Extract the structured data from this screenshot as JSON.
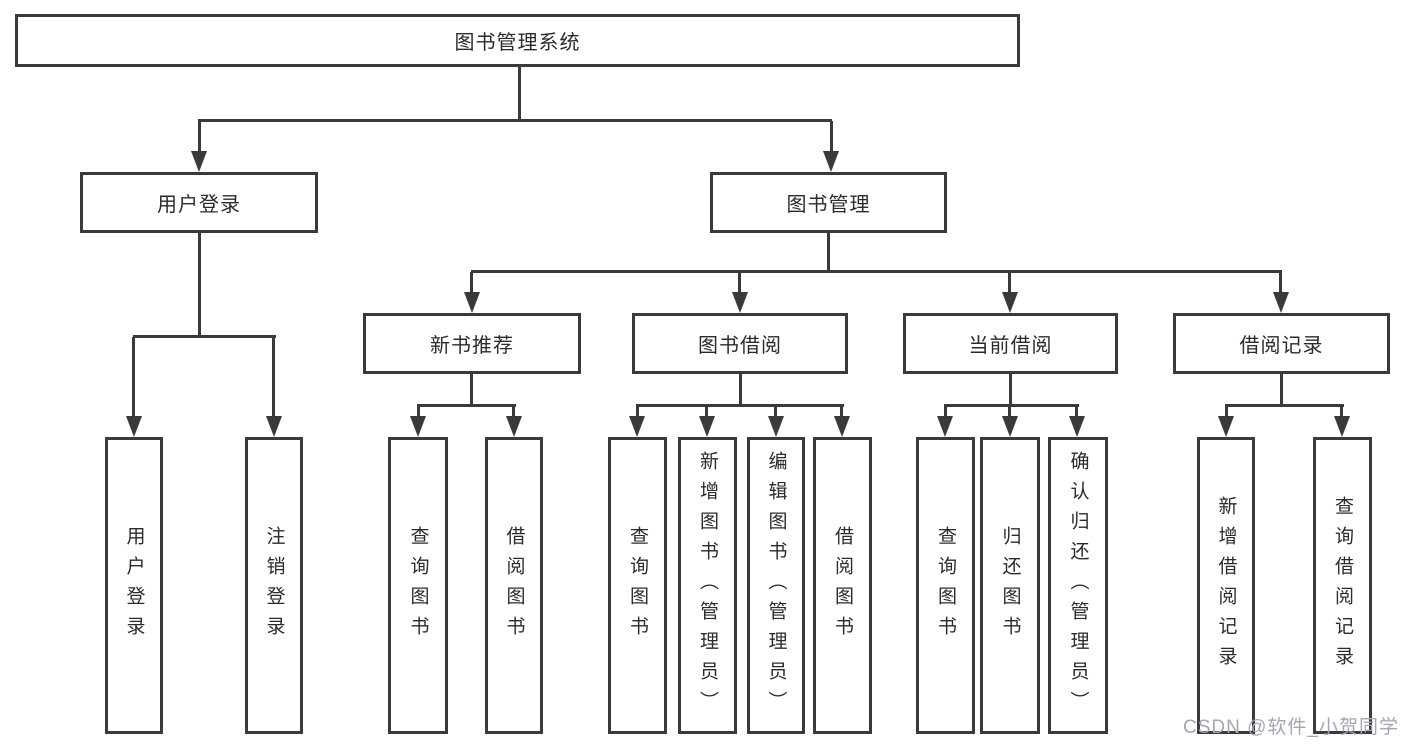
{
  "tree": {
    "root": "图书管理系统",
    "children": [
      {
        "label": "用户登录",
        "children": [
          "用户登录",
          "注销登录"
        ]
      },
      {
        "label": "图书管理",
        "children": [
          {
            "label": "新书推荐",
            "children": [
              "查询图书",
              "借阅图书"
            ]
          },
          {
            "label": "图书借阅",
            "children": [
              "查询图书",
              "新增图书（管理员）",
              "编辑图书（管理员）",
              "借阅图书"
            ]
          },
          {
            "label": "当前借阅",
            "children": [
              "查询图书",
              "归还图书",
              "确认归还（管理员）"
            ]
          },
          {
            "label": "借阅记录",
            "children": [
              "新增借阅记录",
              "查询借阅记录"
            ]
          }
        ]
      }
    ]
  },
  "watermark": {
    "text": "CSDN @软件_小贺同学",
    "color": "#a5a5b3"
  },
  "colors": {
    "line": "#3a3a3a",
    "text": "#2b2b2b",
    "node_background": "#ffffff",
    "page_background": "#ffffff"
  }
}
